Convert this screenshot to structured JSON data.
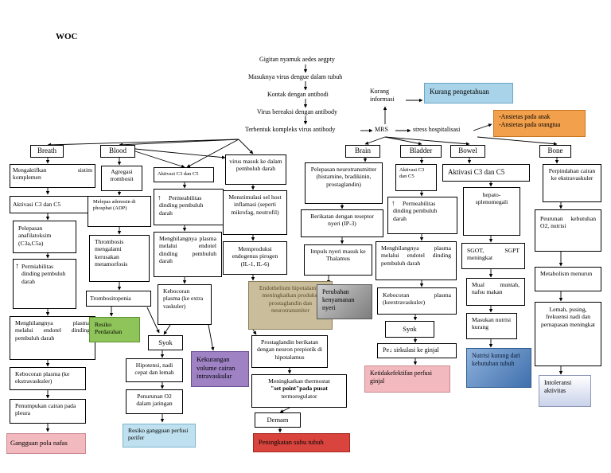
{
  "title": "WOC",
  "chain": {
    "c1": "Gigitan nyamuk aedes aegpty",
    "c2": "Masuknya virus dengue dalam tubuh",
    "c3": "Kontak dengan antibodi",
    "c4": "Virus bereaksi dengan antibody",
    "c5": "Terbentuk kompleks virus antibody",
    "mrs": "MRS",
    "stress": "stress hospitalisasi",
    "kurang_info": "Kurang informasi",
    "kurang_pengetahuan": "Kurang pengetahuan",
    "ansietas_1": "-Ansietas pada anak",
    "ansietas_2": "-Ansietas pada orangtua"
  },
  "breath": {
    "header": "Breath",
    "b1": "Mengaktifkan sistim komplemen",
    "b2": "Aktivasi C3 dan C5",
    "b3": "Pelepasan anafilatoksim (C3a,C5a)",
    "b4": "Permiabilitas dinding pembuluh darah",
    "b5": "Menghilangnya plasma melalui endotel dinding pembuluh darah",
    "b6": "Kebocoran plasma (ke ekstravaskuler)",
    "b7": "Penumpukan cairan pada pleura",
    "dx": "Gangguan pola nafas"
  },
  "blood": {
    "header": "Blood",
    "b1": "Agregasi trombosit",
    "b2": "Melepas adenosin di phosphat (ADP)",
    "b3": "Thrombosis mengalami kerusakan metamorfosis",
    "b4": "Trombositopenia",
    "dx1": "Resiko Perdarahan",
    "c1": "Aktivasi C3 dan C5",
    "c2": "Permeabilitas dinding pembuluh darah",
    "c3": "Menghilangnya plasma melalui endotel dinding pembuluh darah",
    "c4": "Kebocoran plasma (ke extra vaskuler)",
    "dx2": "Kekurangan volume cairan intravaskular",
    "syok": "Syok",
    "s1": "Hipotensi, nadi cepat dan lemah",
    "s2": "Penurunan O2 dalam jaringan",
    "dx3": "Resiko gangguan perfusi perifer"
  },
  "virus": {
    "v1": "virus masuk ke dalam pembuluh darah",
    "v2": "Menstimulasi sel host inflamasi (seperti mikrofag, neutrofil)",
    "v3": "Memproduksi endogenus pirogen (IL-1, IL-6)",
    "v4": "Endothelium hipotalamus meningkatkan produksi prostaglandin dan neurotransmiter",
    "v5": "Prostaglandin berikatan dengan neuron prepiotik di hipotalamus",
    "v6a": "Meningkatkan thermostat",
    "v6b": "\"set point\"pada pusat",
    "v6c": "termoregulator",
    "demam": "Demam",
    "dx": "Peningkatan suhu tubuh"
  },
  "brain": {
    "header": "Brain",
    "b1": "Pelepasan neurotransmitter (histamine, bradikinin, prostaglandin)",
    "b2": "Berikatan dengan reseptor nyeri (IP-3)",
    "b3": "Impuls nyeri masuk ke Thalamus",
    "dx": "Perubahan kenyamanan nyeri"
  },
  "bladder": {
    "header": "Bladder",
    "b1": "Aktivasi C3 dan C5",
    "b2": "Permeabilitas dinding pembuluh darah",
    "b3": "Menghilangnya plasma melalui endotel dinding pembuluh darah",
    "b4": "Kebocoran plasma (keextravaskuler)",
    "syok": "Syok",
    "b5": "Pe↓ sirkulasi ke ginjal",
    "dx": "Ketidakefektifan perfusi ginjal"
  },
  "bowel": {
    "header": "Bowel",
    "b1": "Aktivasi C3 dan C5",
    "b2": "hepato-splenomegali",
    "b3": "SGOT, SGPT meningkat",
    "b4": "Mual muntah, nafsu makan",
    "b5": "Masukan nutrisi kurang",
    "dx": "Nutrisi kurang dari kebutuhan tubuh"
  },
  "bone": {
    "header": "Bone",
    "b1": "Perpindahan cairan ke ekstravaskuler",
    "b2": "Peurunan kebutuhan O2, nutrisi",
    "b3": "Metabolism menurun",
    "b4": "Lemah, pusing, frekuensi nadi dan pernapasan meningkat",
    "dx": "Intoleransi aktivitas"
  }
}
